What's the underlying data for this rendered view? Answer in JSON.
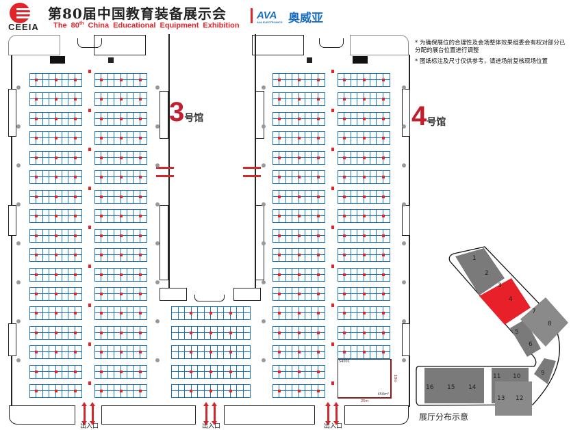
{
  "header": {
    "logo_text": "CEEIA",
    "title_cn": "第80届中国教育装备展示会",
    "title_en_pre": "The 80",
    "title_en_sup": "th",
    "title_en_post": " China Educational Equipment Exhibition",
    "sponsor_logo": "AVA",
    "sponsor_sub": "AVA ELECTRONICS",
    "sponsor_cn": "奥威亚"
  },
  "notes": [
    "* 为确保展位的合理性及会场整体效果组委会有权对部分已分配的展台位置进行调整",
    "* 图纸标注及尺寸仅供参考，请进场前复核现场位置"
  ],
  "halls": [
    {
      "number": "3",
      "label": "号馆"
    },
    {
      "number": "4",
      "label": "号馆"
    }
  ],
  "entrances": [
    "出入口",
    "出入口",
    "出入口"
  ],
  "special_booth": {
    "id": "S4001",
    "area": "450m²",
    "width": "25m",
    "depth": "18m"
  },
  "minimap": {
    "caption": "展厅分布示意",
    "highlight_color": "#e8202a",
    "halls": [
      "1",
      "2",
      "3",
      "4",
      "5",
      "6",
      "7",
      "8",
      "9",
      "10",
      "11",
      "12",
      "13",
      "14",
      "15",
      "16"
    ],
    "unit": "号馆"
  },
  "colors": {
    "booth": "#1a75bb",
    "accent": "#e0242a",
    "hall_number": "#c41e2e"
  }
}
